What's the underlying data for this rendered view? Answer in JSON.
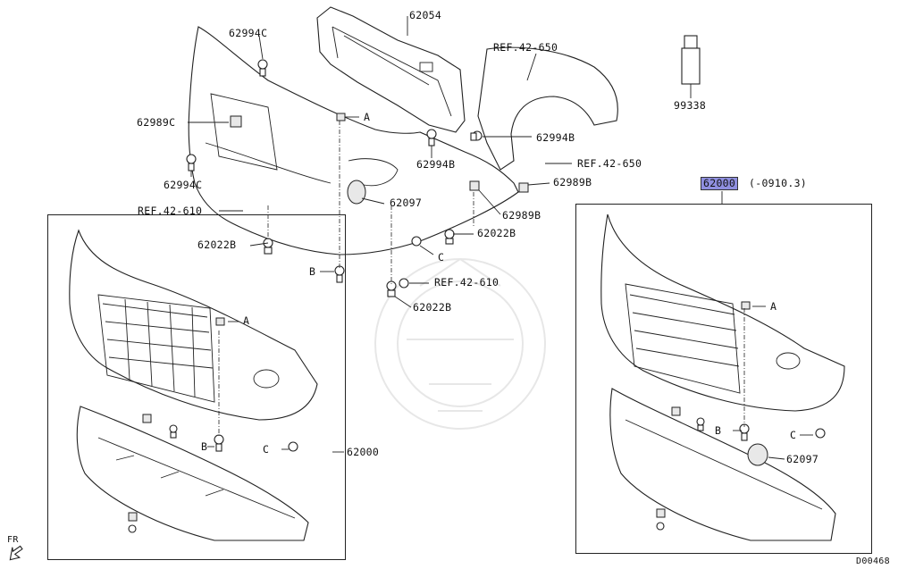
{
  "diagram_id": "D00468",
  "direction_marker": "FR",
  "highlight_color": "#8f8fe0",
  "labels": {
    "p62054": "62054",
    "p62994c_top": "62994C",
    "ref42650_top": "REF.42-650",
    "p99338": "99338",
    "p62989c": "62989C",
    "a_top": "A",
    "p62994b_right": "62994B",
    "p62994b_mid": "62994B",
    "ref42650_mid": "REF.42-650",
    "p62994c_left": "62994C",
    "p62989b_right": "62989B",
    "p62000_hl": "62000",
    "p62000_range": "(-0910.3)",
    "p62097_center": "62097",
    "ref42610_left": "REF.42-610",
    "p62989b_center": "62989B",
    "p62022b_right": "62022B",
    "p62022b_left": "62022B",
    "c_center": "C",
    "b_center": "B",
    "ref42610_center": "REF.42-610",
    "p62022b_bottom": "62022B",
    "a_left": "A",
    "c_left": "C",
    "b_left": "B",
    "p62000_left": "62000",
    "a_right": "A",
    "b_right": "B",
    "c_right": "C",
    "p62097_right": "62097"
  }
}
